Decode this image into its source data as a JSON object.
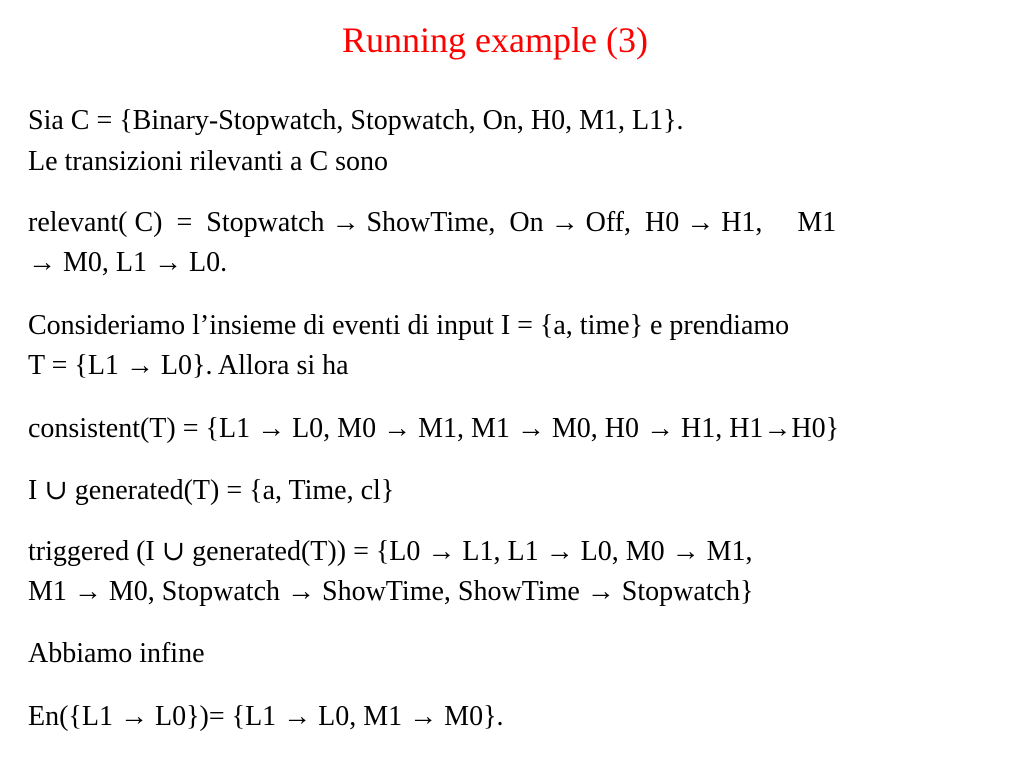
{
  "slide": {
    "title": "Running example (3)",
    "title_color": "#ff0000",
    "lines": [
      "Sia C = {Binary-Stopwatch, Stopwatch, On, H0, M1, L1}.",
      "Le transizioni rilevanti a C sono",
      "relevant( C)  =  Stopwatch → ShowTime,  On → Off,  H0 → H1,     M1",
      "→ M0, L1 → L0.",
      "Consideriamo l’insieme di eventi di input I = {a, time} e prendiamo",
      "T = {L1 → L0}. Allora si ha",
      "consistent(T) = {L1 → L0, M0 → M1, M1 → M0, H0 → H1, H1→H0}",
      "I ∪ generated(T) = {a, Time, cl}",
      "triggered (I ∪ generated(T)) = {L0 → L1, L1 → L0, M0 → M1,",
      "M1 → M0, Stopwatch → ShowTime, ShowTime → Stopwatch}",
      "Abbiamo infine",
      "En({L1 → L0})= {L1 → L0, M1 → M0}."
    ]
  }
}
